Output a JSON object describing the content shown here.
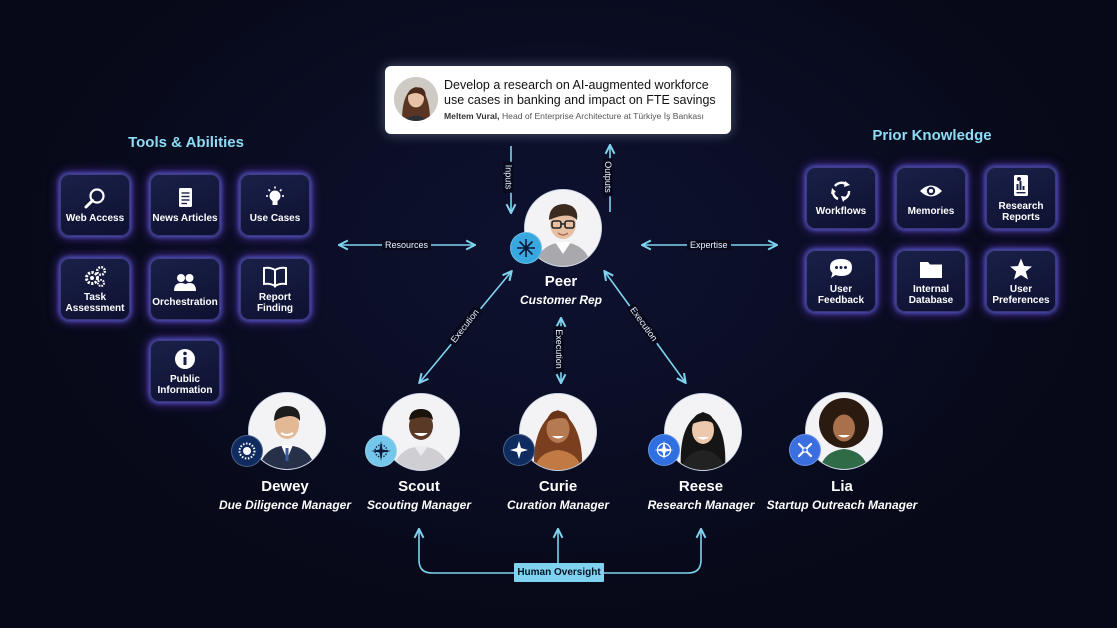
{
  "prompt": {
    "text": "Develop a research on AI-augmented workforce use cases in banking and impact on FTE savings",
    "author_name": "Meltem Vural,",
    "author_role": "Head of Enterprise Architecture at Türkiye İş Bankası"
  },
  "tools": {
    "title": "Tools & Abilities",
    "items": [
      {
        "label": "Web Access",
        "icon": "magnifier-icon"
      },
      {
        "label": "News Articles",
        "icon": "document-icon"
      },
      {
        "label": "Use Cases",
        "icon": "lightbulb-icon"
      },
      {
        "label": "Task Assessment",
        "icon": "gears-icon"
      },
      {
        "label": "Orchestration",
        "icon": "people-icon"
      },
      {
        "label": "Report Finding",
        "icon": "book-icon"
      },
      {
        "label": "Public Information",
        "icon": "info-icon"
      }
    ]
  },
  "knowledge": {
    "title": "Prior Knowledge",
    "items": [
      {
        "label": "Workflows",
        "icon": "cycle-arrows-icon"
      },
      {
        "label": "Memories",
        "icon": "eye-icon"
      },
      {
        "label": "Research Reports",
        "icon": "report-icon"
      },
      {
        "label": "User Feedback",
        "icon": "chat-bubble-icon"
      },
      {
        "label": "Internal Database",
        "icon": "folder-icon"
      },
      {
        "label": "User Preferences",
        "icon": "star-icon"
      }
    ]
  },
  "peer": {
    "name": "Peer",
    "role": "Customer Rep"
  },
  "agents": [
    {
      "name": "Dewey",
      "role": "Due Diligence Manager"
    },
    {
      "name": "Scout",
      "role": "Scouting Manager"
    },
    {
      "name": "Curie",
      "role": "Curation Manager"
    },
    {
      "name": "Reese",
      "role": "Research Manager"
    },
    {
      "name": "Lia",
      "role": "Startup Outreach Manager"
    }
  ],
  "labels": {
    "inputs": "Inputs",
    "outputs": "Outputs",
    "resources": "Resources",
    "expertise": "Expertise",
    "execution_left": "Execution",
    "execution_mid": "Execution",
    "execution_right": "Execution",
    "human_oversight": "Human Oversight"
  },
  "colors": {
    "background": "#080a1c",
    "connector": "#7fd3ef",
    "heading": "#8fdcf5",
    "tile_glow": "#7a3ce6"
  }
}
